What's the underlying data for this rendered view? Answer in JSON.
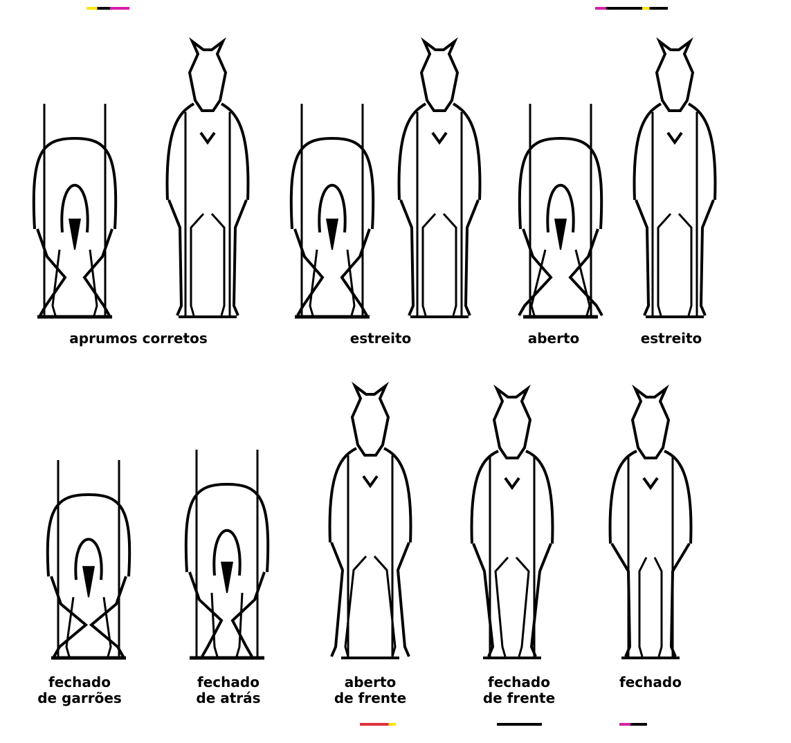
{
  "colors": {
    "ink": "#000000",
    "paper": "#ffffff",
    "artifact_red": "#e0303a",
    "artifact_magenta": "#d61fa8",
    "artifact_yellow": "#ffe600"
  },
  "figures": [
    {
      "id": "fig-1",
      "view": "rear",
      "stance": "normal"
    },
    {
      "id": "fig-2",
      "view": "front",
      "stance": "normal"
    },
    {
      "id": "fig-3",
      "view": "rear",
      "stance": "normal"
    },
    {
      "id": "fig-4",
      "view": "front",
      "stance": "normal"
    },
    {
      "id": "fig-5",
      "view": "rear",
      "stance": "open"
    },
    {
      "id": "fig-6",
      "view": "front",
      "stance": "normal"
    },
    {
      "id": "fig-7",
      "view": "rear",
      "stance": "hocks-close"
    },
    {
      "id": "fig-8",
      "view": "rear",
      "stance": "base-narrow"
    },
    {
      "id": "fig-9",
      "view": "front",
      "stance": "base-wide"
    },
    {
      "id": "fig-10",
      "view": "front",
      "stance": "base-narrow"
    },
    {
      "id": "fig-11",
      "view": "front",
      "stance": "narrow"
    }
  ],
  "captions": {
    "row1": [
      "aprumos corretos",
      "estreito",
      "aberto",
      "estreito"
    ],
    "row2": [
      "fechado\nde garrões",
      "fechado\nde atrás",
      "aberto\nde frente",
      "fechado\nde frente",
      "fechado"
    ]
  }
}
